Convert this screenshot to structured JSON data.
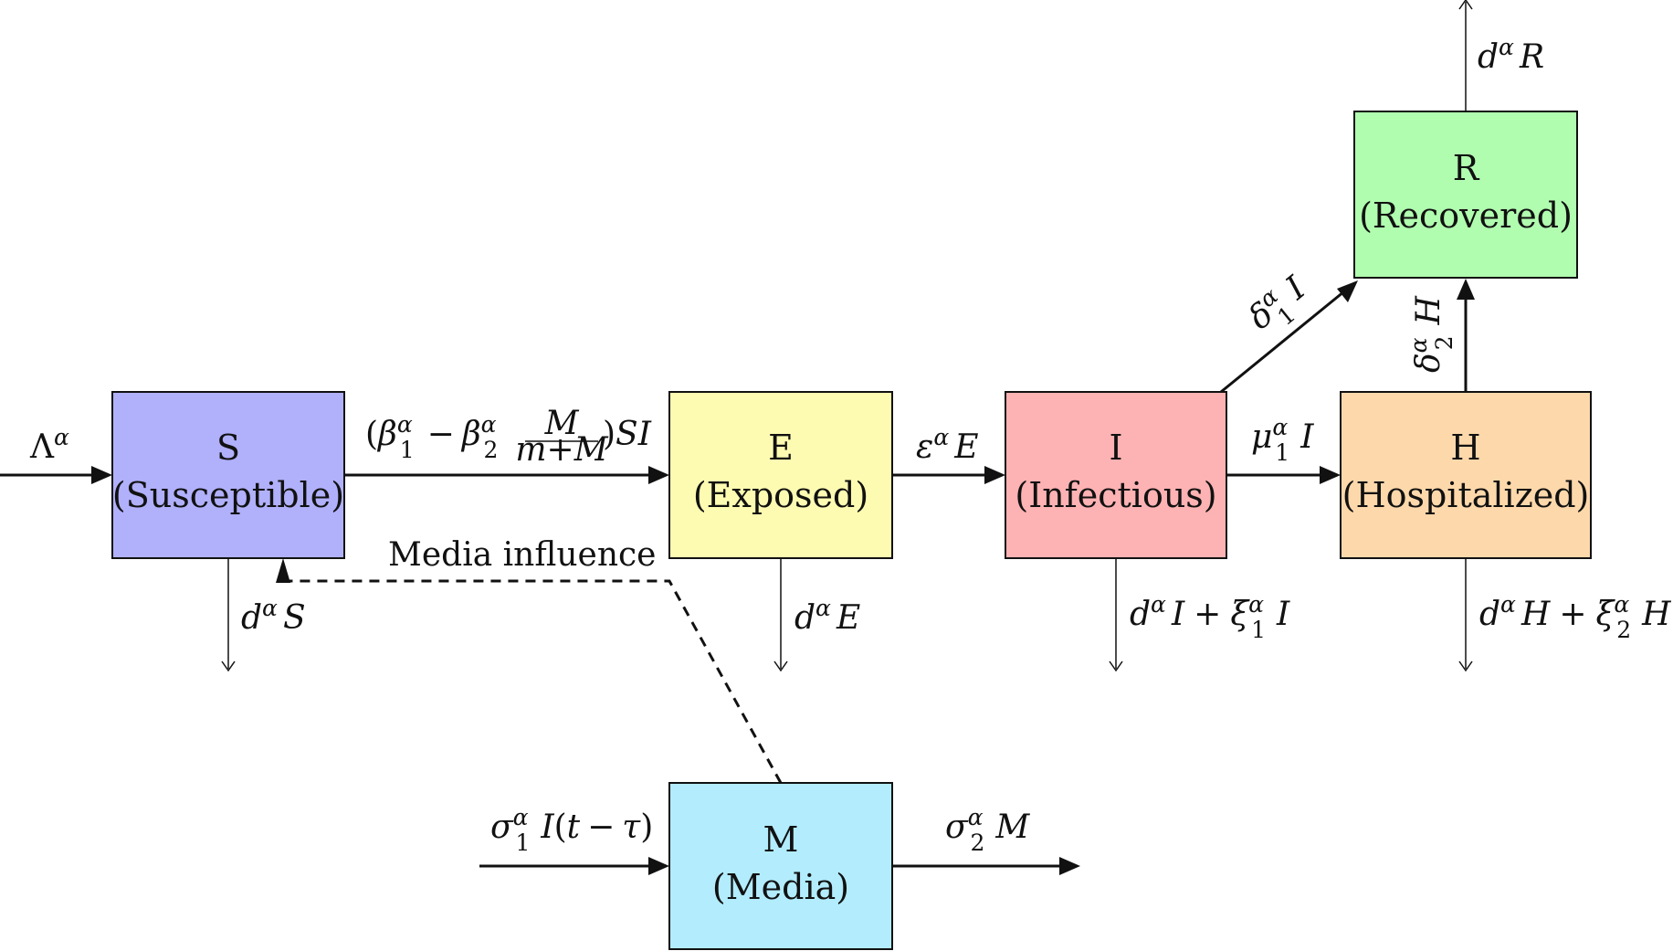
{
  "colors": {
    "S": "#b0b0fb",
    "E": "#fdfbb1",
    "I": "#fdb2b3",
    "H": "#fdd8ab",
    "R": "#b1fdb0",
    "M": "#b2ecfd",
    "stroke": "#111111"
  },
  "compartments": {
    "S": {
      "name": "S",
      "desc": "(Susceptible)"
    },
    "E": {
      "name": "E",
      "desc": "(Exposed)"
    },
    "I": {
      "name": "I",
      "desc": "(Infectious)"
    },
    "H": {
      "name": "H",
      "desc": "(Hospitalized)"
    },
    "R": {
      "name": "R",
      "desc": "(Recovered)"
    },
    "M": {
      "name": "M",
      "desc": "(Media)"
    }
  },
  "flows": {
    "inflow_S": "Λ^α",
    "S_to_E": "(β_1^α − β_2^α M/(m+M))SI",
    "E_to_I": "ε^α E",
    "I_to_H": "μ_1^α I",
    "I_to_R": "δ_1^α I",
    "H_to_R": "δ_2^α H",
    "R_out": "d^α R",
    "S_out": "d^α S",
    "E_out": "d^α E",
    "I_out": "d^α I + ξ_1^α I",
    "H_out": "d^α H + ξ_2^α H",
    "M_in": "σ_1^α I(t − τ)",
    "M_out": "σ_2^α M"
  },
  "media_influence_label": "Media influence",
  "symbols": {
    "Lambda": "Λ",
    "alpha": "α",
    "beta": "β",
    "epsilon": "ε",
    "mu": "μ",
    "delta": "δ",
    "xi": "ξ",
    "sigma": "σ",
    "tau": "τ",
    "minus": "−",
    "plus": "+",
    "one": "1",
    "two": "2",
    "M": "M",
    "mM": "m+M",
    "SI": "SI",
    "lparen": "(",
    "rparen": ")",
    "d": "d",
    "S": "S",
    "E": "E",
    "I": "I",
    "H": "H",
    "R": "R",
    "t": "t"
  }
}
